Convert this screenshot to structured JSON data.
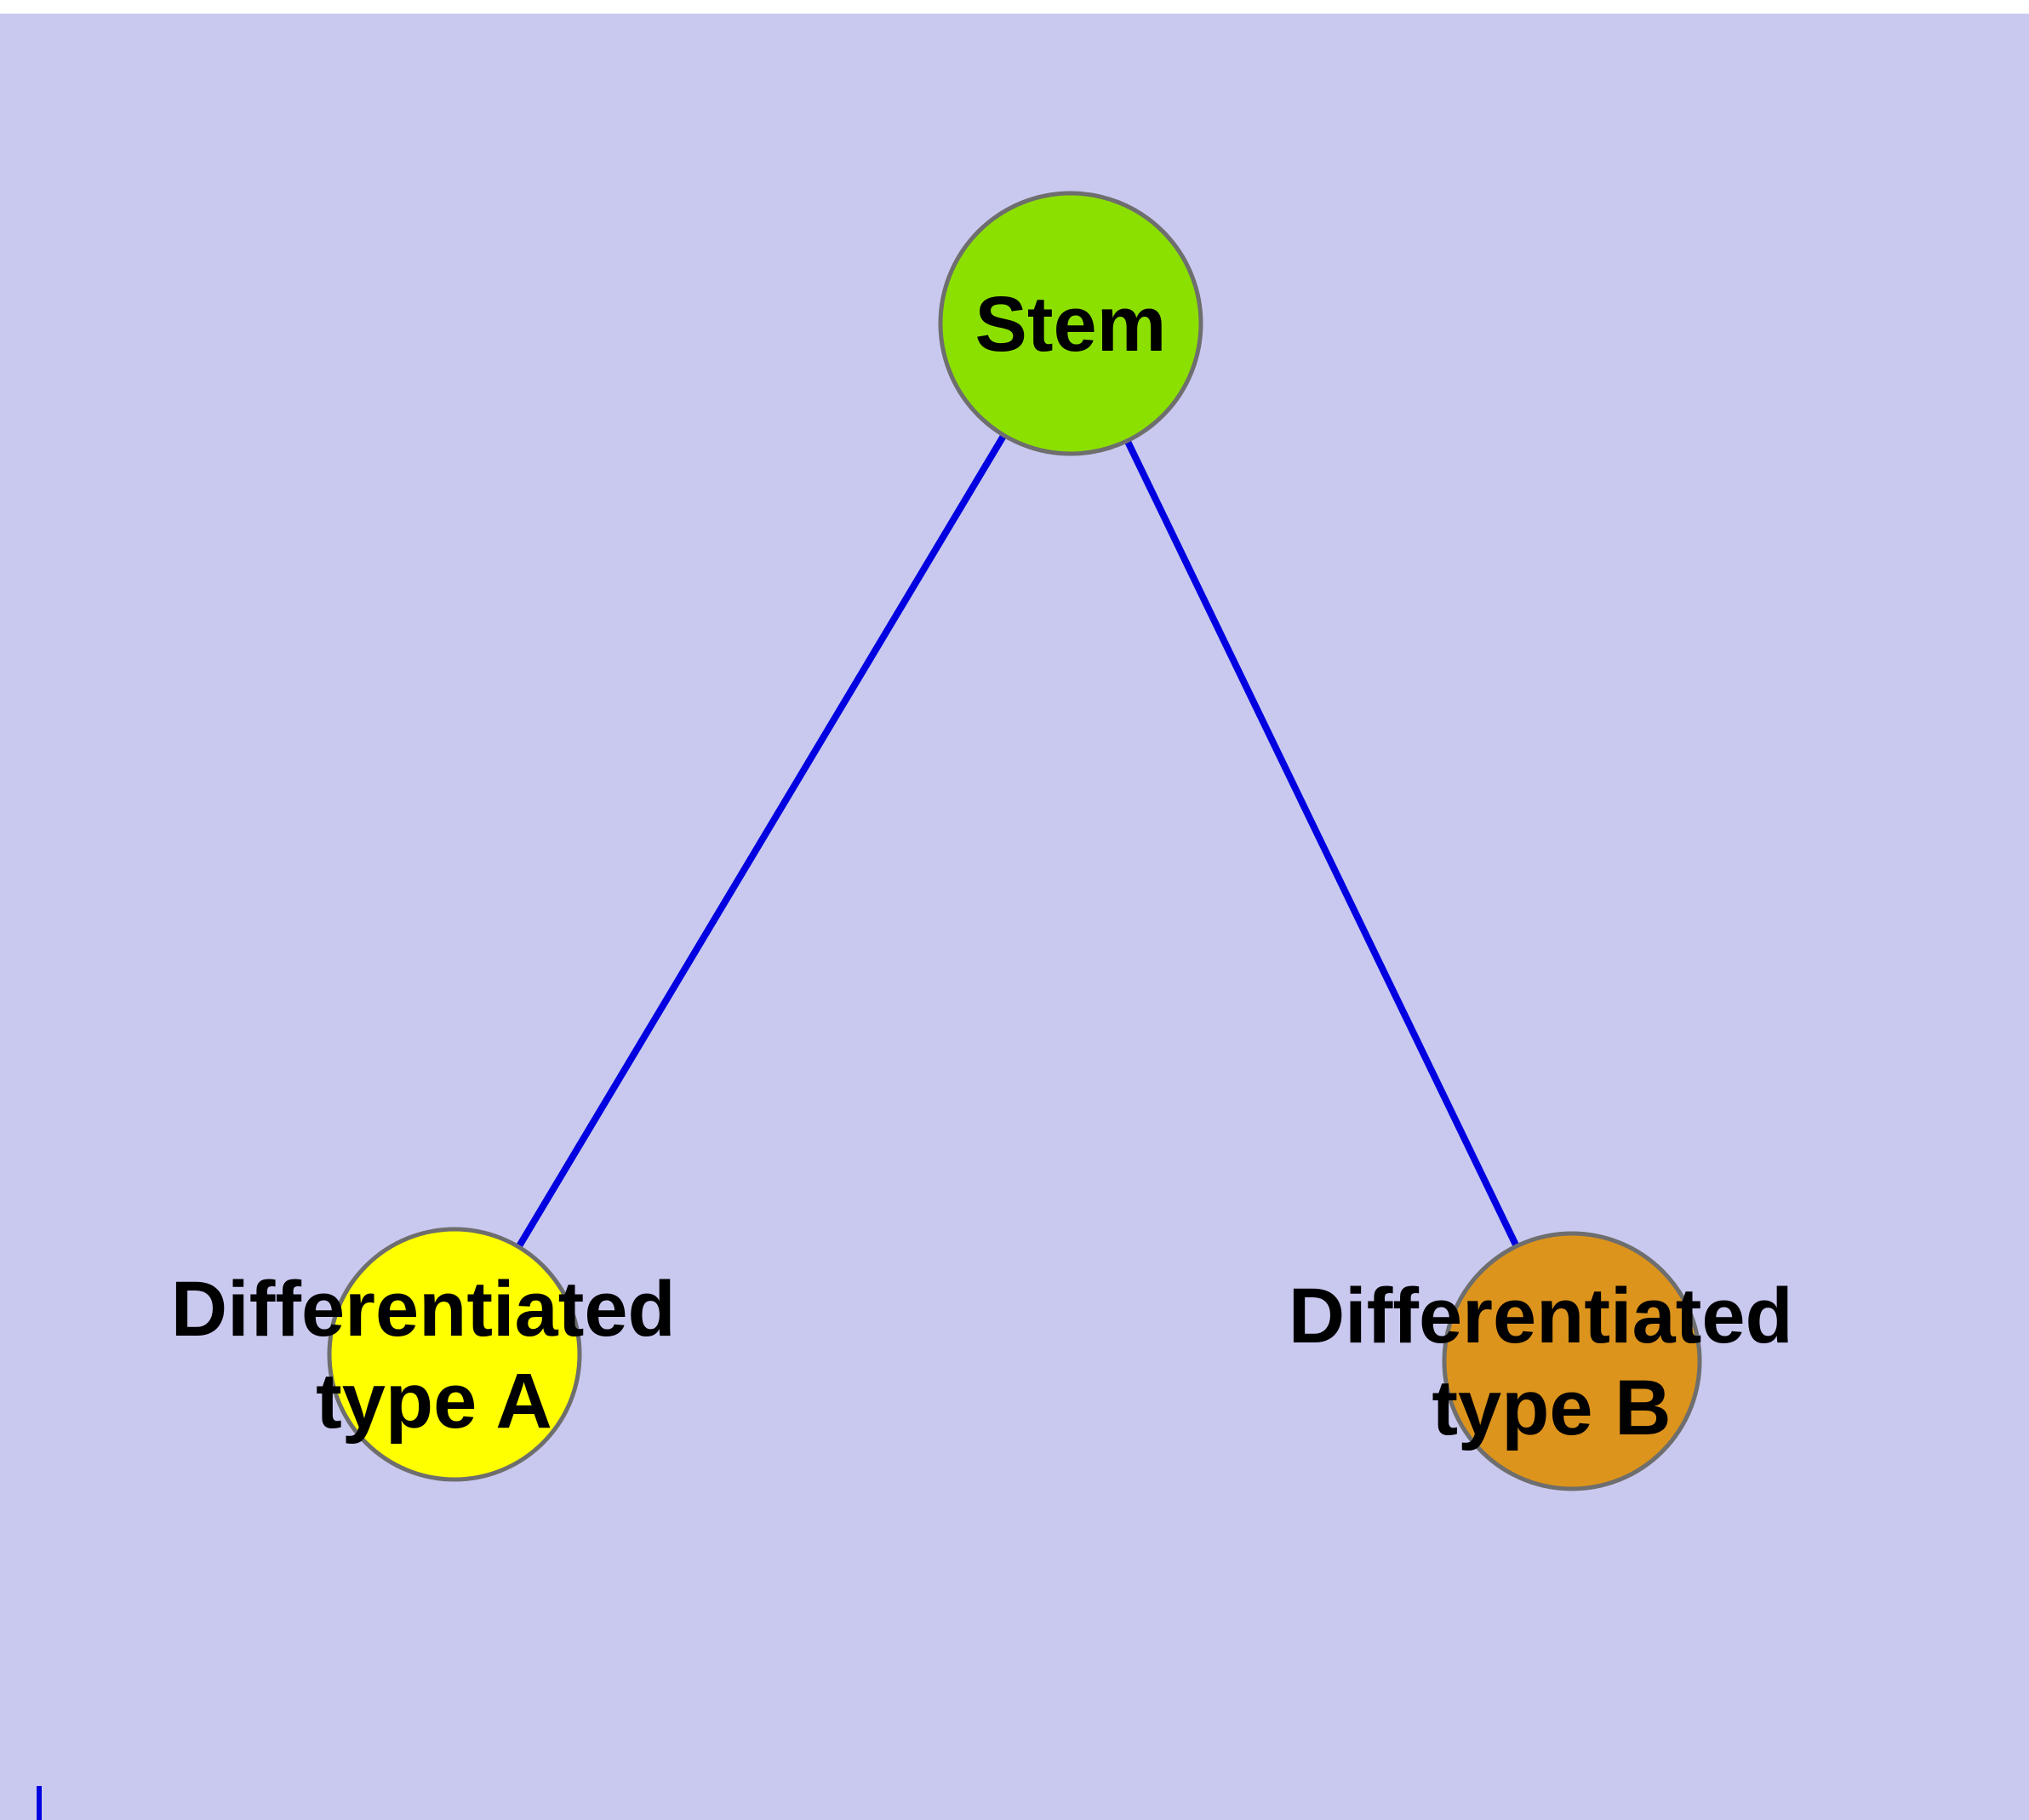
{
  "page": {
    "top_margin_color": "#ffffff",
    "canvas_background": "#c9c9f0"
  },
  "diagram": {
    "type": "node-link-graph",
    "edge_color": "#0000e0",
    "node_border_color": "#6e6e6e",
    "label_color": "#000000",
    "nodes": {
      "stem": {
        "label": "Stem",
        "fill": "#8ce000"
      },
      "typeA": {
        "label_line1": "Differentiated",
        "label_line2": "type A",
        "fill": "#ffff00"
      },
      "typeB": {
        "label_line1": "Differentiated",
        "label_line2": "type B",
        "fill": "#dd941c"
      }
    },
    "edges": [
      {
        "from": "Stem",
        "to": "Differentiated type A"
      },
      {
        "from": "Stem",
        "to": "Differentiated type B"
      }
    ]
  }
}
